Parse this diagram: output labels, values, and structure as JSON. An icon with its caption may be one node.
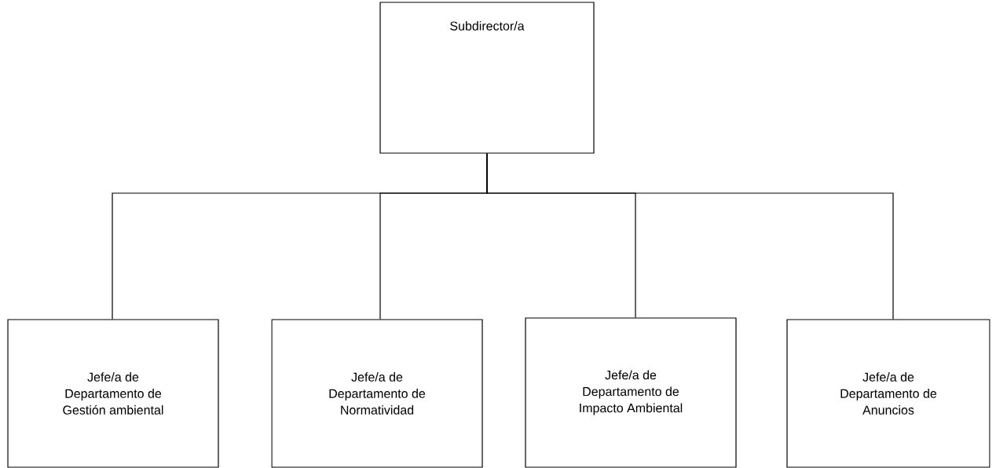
{
  "diagram": {
    "nodes": [
      {
        "text": [
          "Subdirector/a"
        ]
      },
      {
        "text": [
          "Jefe/a de Departamento de Gestión ambiental"
        ]
      },
      {
        "text": [
          "Jefe/a de Departamento de Normatividad"
        ]
      },
      {
        "text": [
          "Jefe/a de Departamento de Impacto Ambiental"
        ]
      },
      {
        "text": [
          "Jefe/a de Departamento de Anuncios"
        ]
      }
    ],
    "edges": [
      {
        "from": 0,
        "to": 1,
        "arrow": "none"
      },
      {
        "from": 0,
        "to": 2,
        "arrow": "none"
      },
      {
        "from": 0,
        "to": 3,
        "arrow": "none"
      },
      {
        "from": 0,
        "to": 4,
        "arrow": "none"
      }
    ]
  }
}
